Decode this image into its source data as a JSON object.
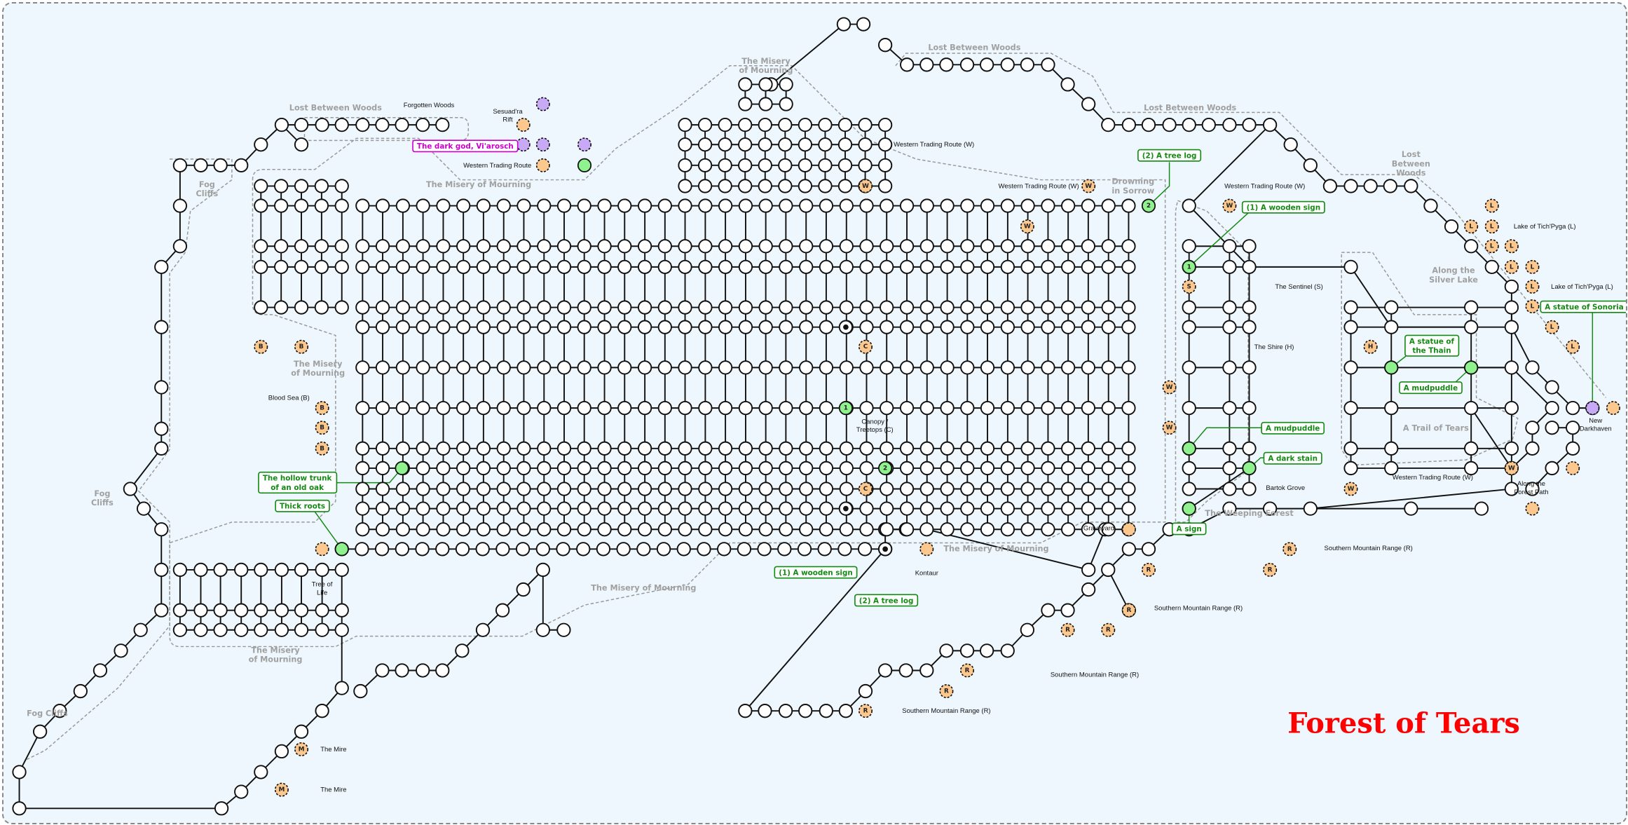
{
  "title": "Forest of Tears",
  "labels": {
    "lost_woods_1": "Lost Between Woods",
    "forgotten_woods": "Forgotten Woods",
    "sesuadra_1": "Sesuad'ra",
    "sesuadra_2": "Rift",
    "western_route_1": "Western Trading Route",
    "misery_1": "The Misery of Mourning",
    "fog_cliffs_1a": "Fog",
    "fog_cliffs_1b": "Cliffs",
    "misery_2a": "The Misery",
    "misery_2b": "of Mourning",
    "lost_woods_2": "Lost Between Woods",
    "lost_woods_3": "Lost Between Woods",
    "western_route_w1": "Western Trading Route (W)",
    "western_route_w2": "Western Trading Route (W)",
    "drowning_a": "Drowning",
    "drowning_b": "in Sorrow",
    "western_route_w3": "Western Trading Route (W)",
    "lost_woods_4a": "Lost",
    "lost_woods_4b": "Between",
    "lost_woods_4c": "Woods",
    "lake_1": "Lake of Tich'Pyga (L)",
    "lake_2": "Lake of Tich'Pyga (L)",
    "silver_lake_a": "Along the",
    "silver_lake_b": "Silver Lake",
    "sentinel": "The Sentinel (S)",
    "shire": "The Shire (H)",
    "new_darkhaven_a": "New",
    "new_darkhaven_b": "Darkhaven",
    "trail_of_tears": "A Trail of Tears",
    "bartok_grove": "Bartok Grove",
    "western_route_w4": "Western Trading Route (W)",
    "forest_path_a": "Along the",
    "forest_path_b": "Forest Path",
    "weeping_forest": "The Weeping Forest",
    "graveyard": "Graveyard",
    "misery_3": "The Misery of Mourning",
    "kontaur": "Kontaur",
    "mountain_1": "Southern Mountain Range (R)",
    "mountain_2": "Southern Mountain Range (R)",
    "mountain_3": "Southern Mountain Range (R)",
    "mountain_4": "Southern Mountain Range (R)",
    "misery_4": "The Misery of Mourning",
    "canopy_a": "Canopy /",
    "canopy_b": "Treetops (C)",
    "blood_sea": "Blood Sea (B)",
    "misery_5a": "The Misery",
    "misery_5b": "of Mourning",
    "tree_of_life_a": "Tree of",
    "tree_of_life_b": "Life",
    "fog_cliffs_2a": "Fog",
    "fog_cliffs_2b": "Cliffs",
    "misery_6a": "The Misery",
    "misery_6b": "of Mourning",
    "fog_cliffs_3": "Fog Cliffs",
    "mire_1": "The Mire",
    "mire_2": "The Mire"
  },
  "notes": {
    "dark_god": "The dark god, Vi'arosch",
    "tree_log_2_top": "(2) A tree log",
    "wooden_sign_1_top": "(1) A wooden sign",
    "statue_sonoria": "A statue of Sonoria",
    "statue_thain_a": "A statue of",
    "statue_thain_b": "the Thain",
    "mudpuddle_1": "A mudpuddle",
    "mudpuddle_2": "A mudpuddle",
    "dark_stain": "A dark stain",
    "sign": "A sign",
    "wooden_sign_1_bottom": "(1) A wooden sign",
    "tree_log_2_bottom": "(2) A tree log",
    "hollow_trunk_a": "The hollow trunk",
    "hollow_trunk_b": "of an old oak",
    "thick_roots": "Thick roots"
  },
  "exit_markers": [
    "B",
    "B",
    "B",
    "B",
    "B",
    "W",
    "W",
    "W",
    "W",
    "W",
    "W",
    "W",
    "W",
    "S",
    "C",
    "C",
    "H",
    "L",
    "L",
    "L",
    "L",
    "L",
    "L",
    "L",
    "L",
    "L",
    "L",
    "L",
    "R",
    "R",
    "R",
    "R",
    "R",
    "R",
    "R",
    "R",
    "R",
    "M",
    "M"
  ],
  "green_markers": [
    "2",
    "1",
    "1",
    "2"
  ],
  "colors": {
    "exit": "#fcc88e",
    "special": "#8ff28f",
    "portal": "#c7a9f6",
    "title": "#ff0000",
    "note": "#138a13",
    "note_magenta": "#cc00cc"
  }
}
